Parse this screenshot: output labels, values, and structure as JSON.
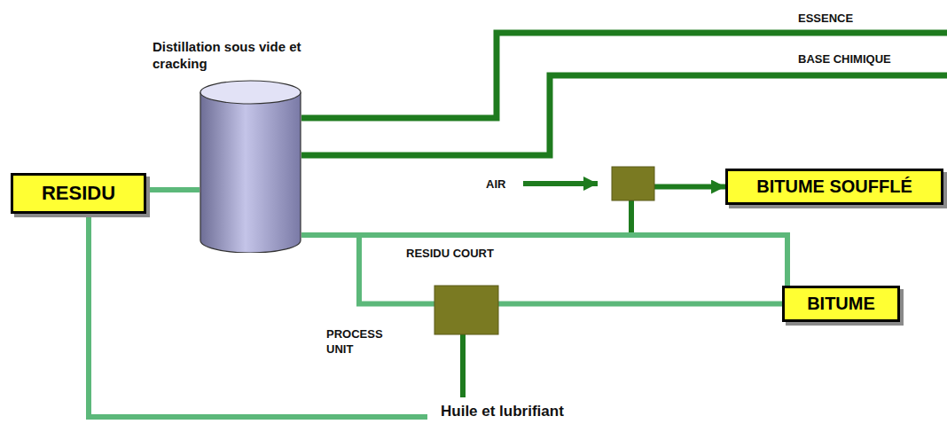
{
  "diagram": {
    "nodes": [
      {
        "text": [
          "RESIDU"
        ]
      },
      {
        "text": [
          "Distillation sous vide et cracking"
        ]
      },
      {
        "text": [
          "BITUME SOUFFLÉ"
        ]
      },
      {
        "text": [
          "BITUME"
        ]
      }
    ],
    "edges": [
      {
        "from": 0,
        "to": 1,
        "arrow": "none"
      },
      {
        "from": 1,
        "to": 3,
        "label": "RESIDU COURT",
        "arrow": "none"
      },
      {
        "from": 1,
        "to": 3,
        "arrow": "none"
      },
      {
        "from": 1,
        "to": 2,
        "arrow": "to"
      }
    ],
    "labels": [
      "ESSENCE",
      "BASE CHIMIQUE",
      "AIR",
      "PROCESS UNIT",
      "Huile et lubrifiant"
    ]
  }
}
